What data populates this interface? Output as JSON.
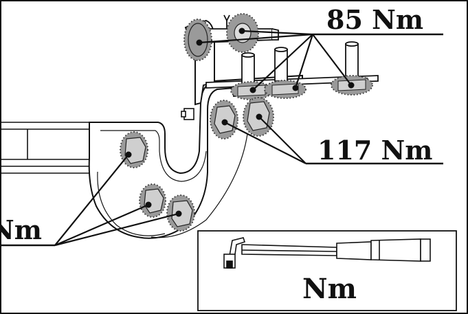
{
  "labels": {
    "torque_top": "85 Nm",
    "torque_right": "117 Nm",
    "torque_left": "Nm",
    "inset_unit": "Nm"
  },
  "colors": {
    "ink": "#111111",
    "highlight": "#9a9a9a",
    "highlight_dots": "#333333",
    "fill_light": "#f4f4f4"
  },
  "icons": {
    "inset_tool": "torque-wrench-icon"
  }
}
